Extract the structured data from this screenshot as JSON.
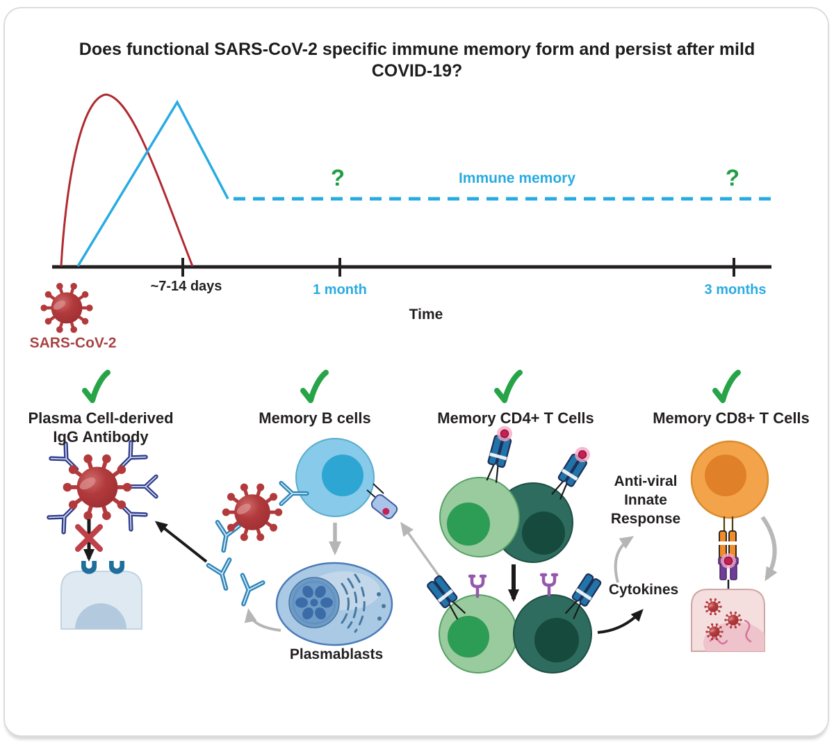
{
  "figure": {
    "title": "Does functional SARS-CoV-2 specific immune memory form and persist after mild COVID-19?"
  },
  "graph": {
    "question_mark": "?",
    "immune_memory_label": "Immune memory",
    "axis_label": "Time",
    "virus_label": "SARS-CoV-2",
    "ticks": [
      {
        "label": "~7-14 days",
        "color": "#231f20"
      },
      {
        "label": "1 month",
        "color": "#29abe2"
      },
      {
        "label": "3 months",
        "color": "#29abe2"
      }
    ]
  },
  "chart_data": {
    "type": "line",
    "title": "",
    "xlabel": "Time",
    "ylabel": "",
    "x_ticks": [
      "~7-14 days",
      "1 month",
      "3 months"
    ],
    "grid": false,
    "series": [
      {
        "name": "SARS-CoV-2 viral load",
        "color": "#b12a31",
        "style": "solid",
        "shape": "sharp peak shortly after infection, returns to baseline by ~7-14 days",
        "x_norm": [
          0.01,
          0.07,
          0.19
        ],
        "y_norm": [
          0.0,
          1.0,
          0.0
        ]
      },
      {
        "name": "Immune memory",
        "color": "#29abe2",
        "style": "solid peak then dashed plateau",
        "shape": "rises after infection, peaks near ~7-14 days, declines to plateau persisting past 3 months (dashed, uncertain)",
        "x_norm": [
          0.035,
          0.175,
          0.245,
          1.0
        ],
        "y_norm": [
          0.0,
          0.95,
          0.39,
          0.39
        ]
      }
    ],
    "annotations": [
      {
        "text": "?",
        "color": "#1f9e44",
        "position": "above 1 month tick"
      },
      {
        "text": "?",
        "color": "#1f9e44",
        "position": "above 3 months tick"
      },
      {
        "text": "Immune memory",
        "color": "#29abe2",
        "position": "above dashed plateau"
      }
    ]
  },
  "columns": [
    {
      "checkmark": "✓",
      "heading": "Plasma Cell-derived\nIgG Antibody"
    },
    {
      "checkmark": "✓",
      "heading": "Memory B cells",
      "sub_label": "Plasmablasts"
    },
    {
      "checkmark": "✓",
      "heading": "Memory CD4+ T Cells",
      "anti_viral_label": "Anti-viral\nInnate\nResponse",
      "cytokines_label": "Cytokines"
    },
    {
      "checkmark": "✓",
      "heading": "Memory CD8+ T Cells"
    }
  ],
  "colors": {
    "accent_blue": "#29abe2",
    "check_green": "#27a348",
    "question_green": "#1f9e44",
    "curve_red": "#b12a31",
    "virus_red": "#b23a3c",
    "sars_label_red": "#a84444",
    "navy_antibody": "#2e3d8e",
    "steel_antibody": "#2e86ba",
    "tcr_blue": "#2273a8",
    "purple_receptor": "#9459ad",
    "mhc_purple": "#6f3d96",
    "cd4_light_green": "#99cb9e",
    "cd4_dark_green": "#2d6c5e",
    "cd8_orange": "#f3a44a",
    "b_cell_blue": "#87cae9",
    "plasmablast_blue": "#aac9e4",
    "infected_cell_pink": "#f4dede",
    "text_black": "#231f20"
  }
}
